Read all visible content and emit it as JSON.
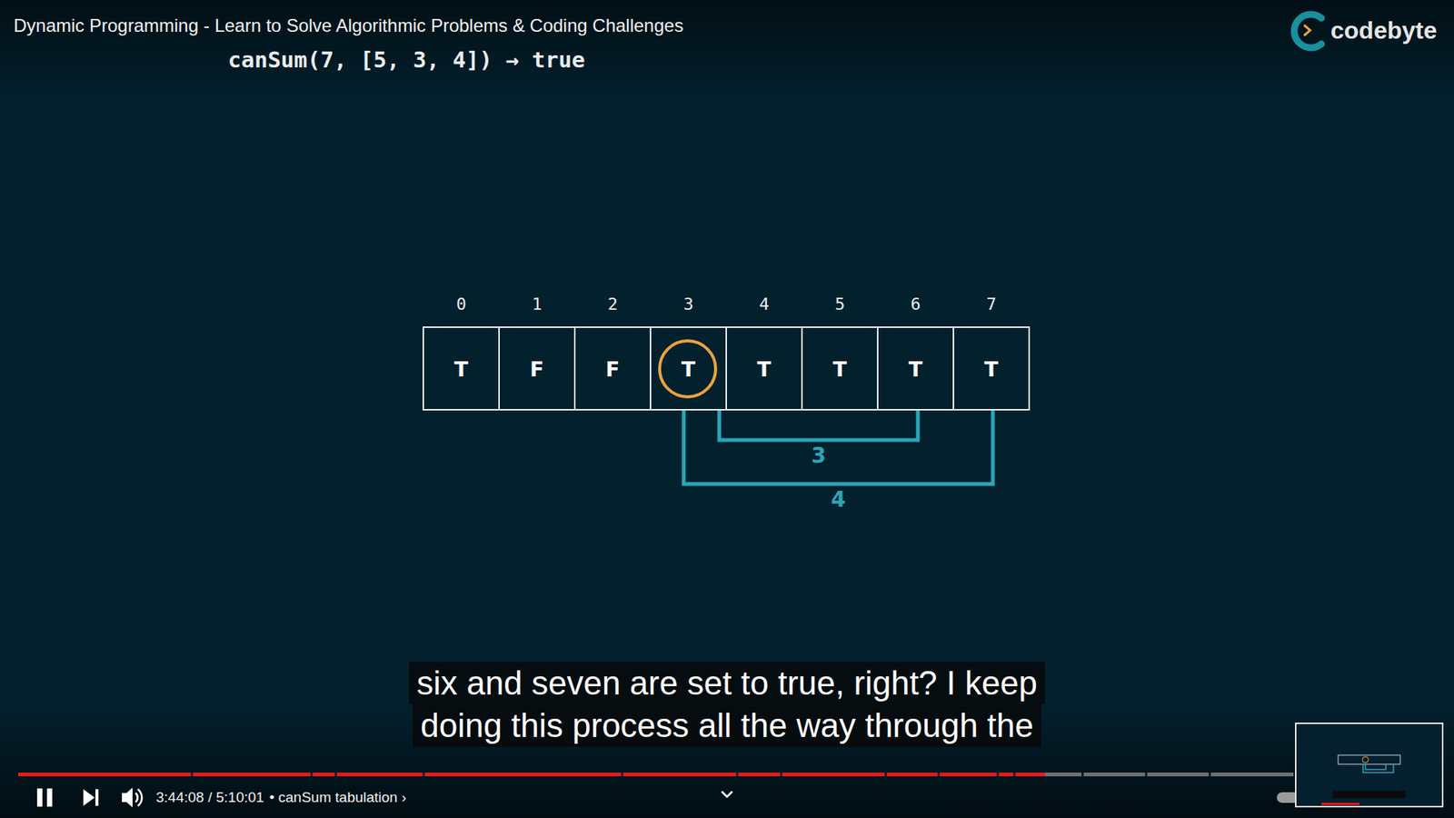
{
  "diagram": {
    "title": "canSum(7, [5, 3, 4]) → true",
    "nodes": [
      {
        "text": [
          "0",
          "T"
        ]
      },
      {
        "text": [
          "1",
          "F"
        ]
      },
      {
        "text": [
          "2",
          "F"
        ]
      },
      {
        "text": [
          "3",
          "T"
        ]
      },
      {
        "text": [
          "4",
          "T"
        ]
      },
      {
        "text": [
          "5",
          "T"
        ]
      },
      {
        "text": [
          "6",
          "T"
        ]
      },
      {
        "text": [
          "7",
          "T"
        ]
      }
    ],
    "edges": [
      {
        "from": 3,
        "to": 6,
        "arrow": "none",
        "label": "3"
      },
      {
        "from": 3,
        "to": 7,
        "arrow": "none",
        "label": "4"
      }
    ],
    "labels": [
      "Dynamic Programming - Learn to Solve Algorithmic Problems & Coding Challenges",
      "codebyte",
      "six and seven are set to true, right? I keep",
      "doing this process all the way through the",
      "3:44:08 / 5:10:01",
      "• canSum tabulation ›"
    ]
  }
}
